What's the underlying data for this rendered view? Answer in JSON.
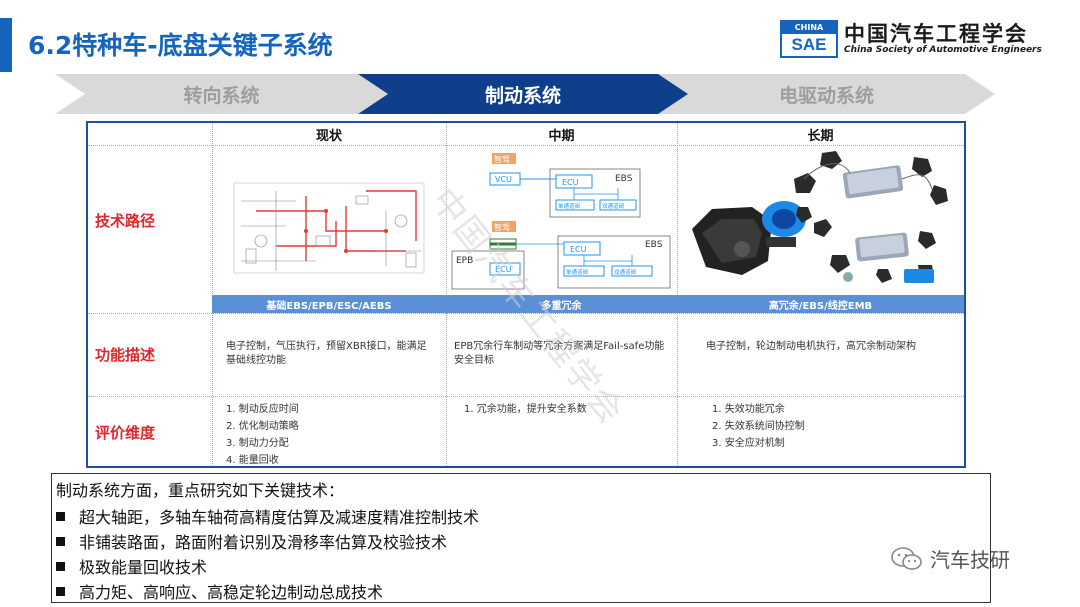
{
  "slide": {
    "title": "6.2特种车-底盘关键子系统"
  },
  "logo": {
    "box_top": "CHINA",
    "box_main": "SAE",
    "name_cn": "中国汽车工程学会",
    "name_en": "China Society of Automotive Engineers"
  },
  "tabs": [
    {
      "label": "转向系统",
      "active": false
    },
    {
      "label": "制动系统",
      "active": true
    },
    {
      "label": "电驱动系统",
      "active": false
    }
  ],
  "table": {
    "columns": [
      "现状",
      "中期",
      "长期"
    ],
    "rows": {
      "tech_route": "技术路径",
      "function": "功能描述",
      "evaluation": "评价维度"
    },
    "bands": [
      "基础EBS/EPB/ESC/AEBS",
      "多重冗余",
      "高冗余/EBS/线控EMB"
    ],
    "diagram_mid": {
      "zhijia": "智驾",
      "vcu": "VCU",
      "ecu": "ECU",
      "ebs": "EBS",
      "single_valve": "单通道阀",
      "dual_valve": "双通道阀",
      "epb": "EPB",
      "epb_ecu": "ECU"
    },
    "function_desc": [
      "电子控制，气压执行，预留XBR接口，能满足基础线控功能",
      "EPB冗余行车制动等冗余方案满足Fail-safe功能安全目标",
      "电子控制，轮边制动电机执行，高冗余制动架构"
    ],
    "evaluation_lists": [
      [
        "1.  制动反应时间",
        "2.  优化制动策略",
        "3.  制动力分配",
        "4.  能量回收"
      ],
      [
        "1.  冗余功能，提升安全系数"
      ],
      [
        "1.  失效功能冗余",
        "2.  失效系统间协控制",
        "3.  安全应对机制"
      ]
    ]
  },
  "notes": {
    "intro": "制动系统方面，重点研究如下关键技术：",
    "bullets": [
      "超大轴距，多轴车轴荷高精度估算及减速度精准控制技术",
      "非铺装路面，路面附着识别及滑移率估算及校验技术",
      "极致能量回收技术",
      "高力矩、高响应、高稳定轮边制动总成技术"
    ]
  },
  "watermark": {
    "text": "中国汽车工程学会"
  },
  "wechat": {
    "name": "汽车技研"
  },
  "colors": {
    "brand_blue": "#1565c0",
    "active_tab": "#0f3e8a",
    "row_label_red": "#e0272d",
    "band_blue": "#5b8fd6"
  }
}
